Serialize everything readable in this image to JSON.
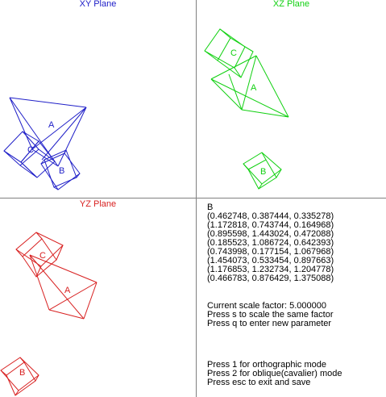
{
  "colors": {
    "xy": "#2020c8",
    "xz": "#10d010",
    "yz": "#d82020",
    "text": "#000000",
    "divider": "#808080"
  },
  "planes": {
    "xy": {
      "title": "XY Plane"
    },
    "xz": {
      "title": "XZ Plane"
    },
    "yz": {
      "title": "YZ Plane"
    }
  },
  "shape_labels": {
    "a": "A",
    "b": "B",
    "c": "C"
  },
  "info": {
    "object_name": "B",
    "vertices": [
      "(0.462748, 0.387444, 0.335278)",
      "(1.172818, 0.743744, 0.164968)",
      "(0.895598, 1.443024, 0.472088)",
      "(0.185523, 1.086724, 0.642393)",
      "(0.743998, 0.177154, 1.067968)",
      "(1.454073, 0.533454, 0.897663)",
      "(1.176853, 1.232734, 1.204778)",
      "(0.466783, 0.876429, 1.375088)"
    ],
    "scale_text": "Current scale factor: 5.000000",
    "press_s": "Press s to scale the same factor",
    "press_q": "Press q to enter new parameter",
    "press_1": "Press 1 for orthographic mode",
    "press_2": "Press 2 for oblique(cavalier) mode",
    "press_esc": "Press esc to exit and save"
  }
}
